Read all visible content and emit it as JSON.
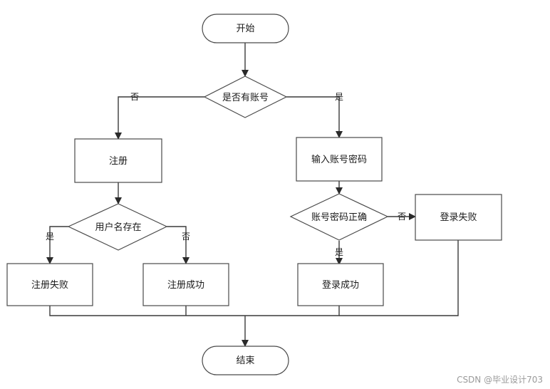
{
  "nodes": {
    "start": "开始",
    "has_account": "是否有账号",
    "register": "注册",
    "input_credentials": "输入账号密码",
    "username_exists": "用户名存在",
    "credentials_correct": "账号密码正确",
    "register_fail": "注册失败",
    "register_success": "注册成功",
    "login_success": "登录成功",
    "login_fail": "登录失败",
    "end": "结束"
  },
  "edges": {
    "has_account_no": "否",
    "has_account_yes": "是",
    "username_exists_yes": "是",
    "username_exists_no": "否",
    "credentials_correct_no": "否",
    "credentials_correct_yes": "是"
  },
  "watermark": "CSDN @毕业设计703"
}
